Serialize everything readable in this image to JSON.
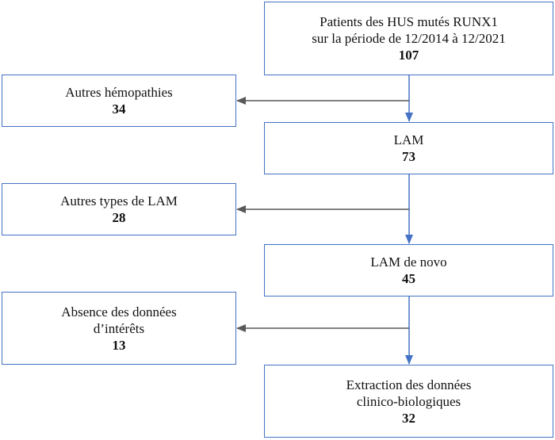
{
  "colors": {
    "box_border": "#4472c4",
    "main_arrow": "#4472c4",
    "side_arrow": "#595959"
  },
  "main": [
    {
      "line1": "Patients des HUS mutés RUNX1",
      "line2": "sur la période de 12/2014 à 12/2021",
      "count": "107"
    },
    {
      "line1": "LAM",
      "line2": "",
      "count": "73"
    },
    {
      "line1": "LAM de novo",
      "line2": "",
      "count": "45"
    },
    {
      "line1": "Extraction des données",
      "line2": "clinico-biologiques",
      "count": "32"
    }
  ],
  "excluded": [
    {
      "line1": "Autres hémopathies",
      "line2": "",
      "count": "34"
    },
    {
      "line1": "Autres types de LAM",
      "line2": "",
      "count": "28"
    },
    {
      "line1": "Absence des données",
      "line2": "d’intérêts",
      "count": "13"
    }
  ]
}
